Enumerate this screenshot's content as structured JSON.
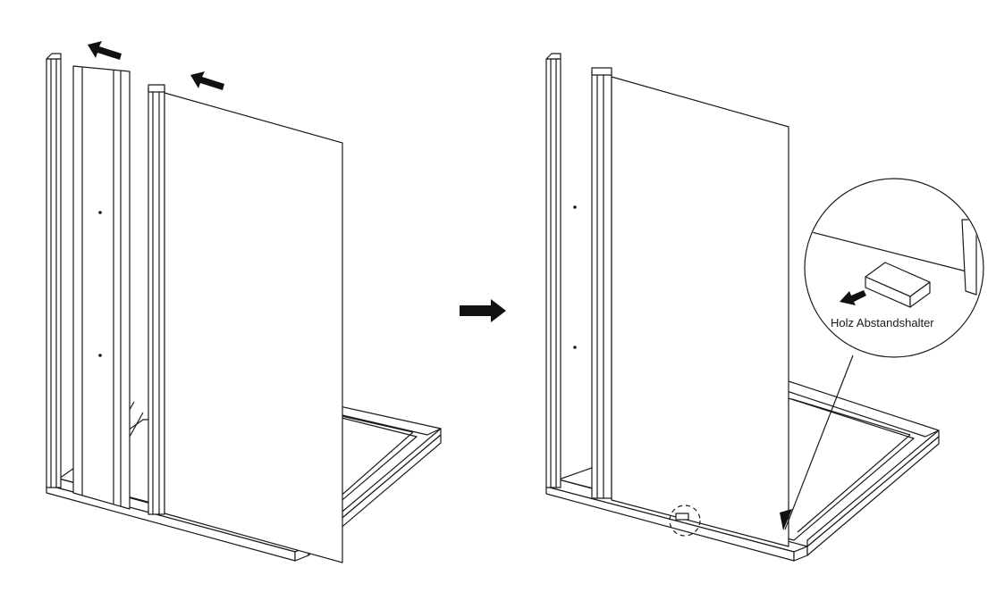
{
  "figure": {
    "panels": [
      {
        "id": "before",
        "description_role": "components-being-slid-together"
      },
      {
        "id": "after",
        "description_role": "assembled-result"
      }
    ],
    "transition_arrow": {
      "icon": "arrow-right-icon"
    },
    "callout": {
      "label": "Holz Abstandshalter",
      "icon": "magnifier-callout"
    }
  },
  "colors": {
    "line": "#1a1a1a",
    "fill": "#ffffff",
    "arrow": "#111111"
  }
}
